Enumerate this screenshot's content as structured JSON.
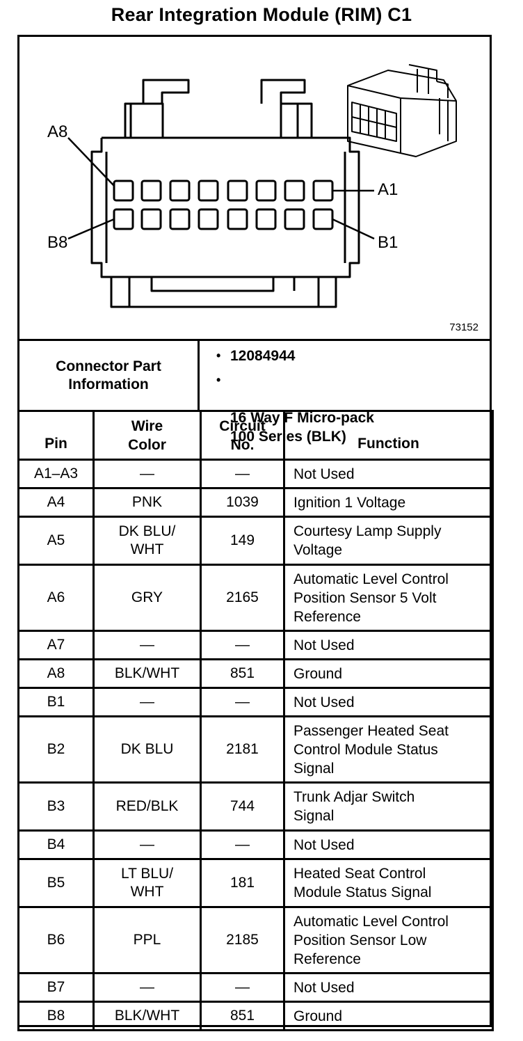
{
  "title": "Rear Integration Module (RIM) C1",
  "figure": {
    "number": "73152",
    "labels": {
      "a8": "A8",
      "a1": "A1",
      "b8": "B8",
      "b1": "B1"
    }
  },
  "connector_info": {
    "heading": "Connector Part\nInformation",
    "items": [
      "12084944",
      "16 Way F Micro-pack\n100 Series (BLK)"
    ]
  },
  "table": {
    "headers": {
      "pin": "Pin",
      "wire_color": "Wire\nColor",
      "circuit": "Circuit\nNo.",
      "function": "Function"
    },
    "rows": [
      {
        "pin": "A1–A3",
        "color": "—",
        "circuit": "—",
        "function": "Not Used"
      },
      {
        "pin": "A4",
        "color": "PNK",
        "circuit": "1039",
        "function": "Ignition 1 Voltage"
      },
      {
        "pin": "A5",
        "color": "DK BLU/\nWHT",
        "circuit": "149",
        "function": "Courtesy Lamp Supply\nVoltage"
      },
      {
        "pin": "A6",
        "color": "GRY",
        "circuit": "2165",
        "function": "Automatic Level Control\nPosition Sensor 5 Volt\nReference"
      },
      {
        "pin": "A7",
        "color": "—",
        "circuit": "—",
        "function": "Not Used"
      },
      {
        "pin": "A8",
        "color": "BLK/WHT",
        "circuit": "851",
        "function": "Ground"
      },
      {
        "pin": "B1",
        "color": "—",
        "circuit": "—",
        "function": "Not Used"
      },
      {
        "pin": "B2",
        "color": "DK BLU",
        "circuit": "2181",
        "function": "Passenger Heated Seat\nControl Module Status\nSignal"
      },
      {
        "pin": "B3",
        "color": "RED/BLK",
        "circuit": "744",
        "function": "Trunk Adjar Switch\nSignal"
      },
      {
        "pin": "B4",
        "color": "—",
        "circuit": "—",
        "function": "Not Used"
      },
      {
        "pin": "B5",
        "color": "LT BLU/\nWHT",
        "circuit": "181",
        "function": "Heated Seat Control\nModule Status Signal"
      },
      {
        "pin": "B6",
        "color": "PPL",
        "circuit": "2185",
        "function": "Automatic Level Control\nPosition Sensor Low\nReference"
      },
      {
        "pin": "B7",
        "color": "—",
        "circuit": "—",
        "function": "Not Used"
      },
      {
        "pin": "B8",
        "color": "BLK/WHT",
        "circuit": "851",
        "function": "Ground"
      }
    ]
  }
}
